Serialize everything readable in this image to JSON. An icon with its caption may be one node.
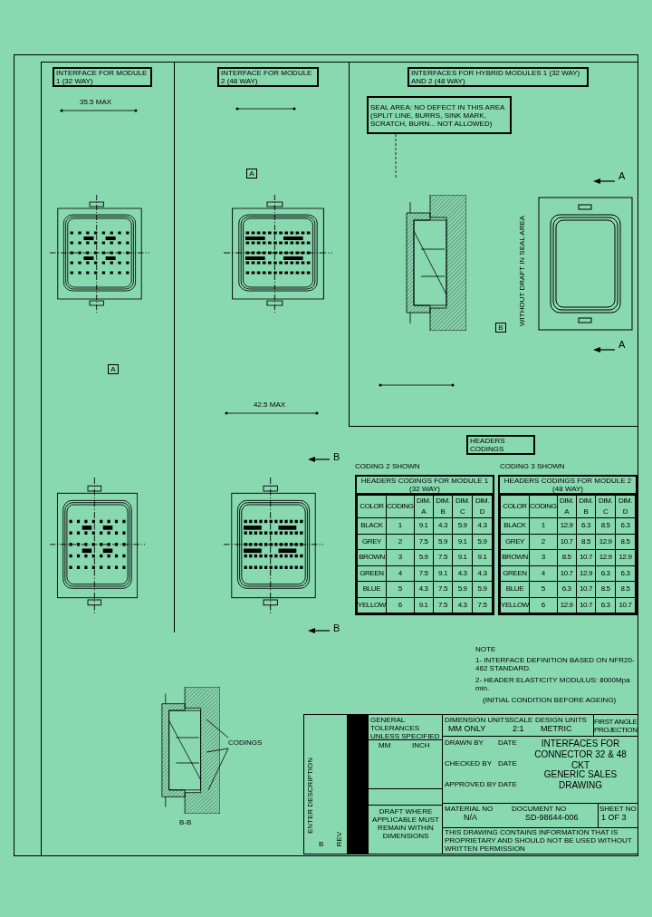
{
  "diagram": {
    "nodes": [
      {
        "text": [
          "INTERFACE FOR MODULE 1 (32 WAY)"
        ]
      },
      {
        "text": [
          "INTERFACE FOR MODULE 2 (48 WAY)"
        ]
      },
      {
        "text": [
          "INTERFACES FOR HYBRID MODULES 1 (32 WAY) AND 2 (48 WAY)"
        ]
      },
      {
        "text": [
          "SEAL AREA: NO DEFECT IN THIS AREA (SPLIT LINE, BURRS, SINK MARK, SCRATCH, BURN... NOT ALLOWED)"
        ]
      },
      {
        "text": [
          "HEADERS CODINGS"
        ]
      },
      {
        "text": [
          "CODINGS"
        ]
      },
      {
        "text": [],
        "shape": "bar"
      }
    ],
    "edges": [
      {
        "from": 3,
        "to": null,
        "arrow": "none",
        "style": "dashed"
      },
      {
        "from": 5,
        "to": null,
        "arrow": "none"
      },
      {
        "from": 5,
        "to": null,
        "arrow": "none"
      },
      {
        "from": 5,
        "to": null,
        "arrow": "none"
      }
    ],
    "labels": [
      "35.5 MAX",
      "42.5 MAX",
      "A",
      "A",
      "A",
      "A",
      "B",
      "WITHOUT DRAFT IN SEAL AREA",
      "B",
      "B",
      "B-B",
      "CODING 2 SHOWN",
      "CODING 3 SHOWN",
      "NOTE",
      "1- INTERFACE DEFINITION BASED ON NFR20-462 STANDARD.",
      "2- HEADER ELASTICITY MODULUS: 8000Mpa min.",
      "(INITIAL CONDITION BEFORE AGEING)",
      "GENERAL TOLERANCES UNLESS SPECIFIED",
      "MM",
      "INCH",
      "DRAFT WHERE APPLICABLE MUST REMAIN WITHIN DIMENSIONS",
      "DIMENSION UNITS",
      "MM ONLY",
      "SCALE",
      "2:1",
      "DESIGN UNITS",
      "METRIC",
      "FIRST ANGLE PROJECTION",
      "DRAWN BY",
      "DATE",
      "CHECKED BY",
      "DATE",
      "APPROVED BY",
      "DATE",
      "INTERFACES FOR CONNECTOR 32 & 48 CKT",
      "GENERIC SALES DRAWING",
      "MATERIAL NO",
      "N/A",
      "DOCUMENT NO",
      "SD-98644-006",
      "SHEET NO",
      "1 OF 3",
      "THIS DRAWING CONTAINS INFORMATION THAT IS PROPRIETARY AND SHOULD NOT BE USED WITHOUT WRITTEN PERMISSION",
      "ENTER DESCRIPTION",
      "B",
      "REV",
      "HEADERS CODINGS FOR MODULE 1 (32 WAY)",
      "COLOR",
      "CODING",
      "DIM. A",
      "DIM. B",
      "DIM. C",
      "DIM. D",
      "BLACK",
      "1",
      "9.1",
      "4.3",
      "5.9",
      "4.3",
      "GREY",
      "2",
      "7.5",
      "5.9",
      "9.1",
      "5.9",
      "BROWN",
      "3",
      "5.9",
      "7.5",
      "9.1",
      "9.1",
      "GREEN",
      "4",
      "7.5",
      "9.1",
      "4.3",
      "4.3",
      "BLUE",
      "5",
      "4.3",
      "7.5",
      "5.9",
      "5.9",
      "YELLOW",
      "6",
      "9.1",
      "7.5",
      "4.3",
      "7.5",
      "HEADERS CODINGS FOR MODULE 2 (48 WAY)",
      "COLOR",
      "CODING",
      "DIM. A",
      "DIM. B",
      "DIM. C",
      "DIM. D",
      "BLACK",
      "1",
      "12.9",
      "6.3",
      "8.5",
      "6.3",
      "GREY",
      "2",
      "10.7",
      "8.5",
      "12.9",
      "8.5",
      "BROWN",
      "3",
      "8.5",
      "10.7",
      "12.9",
      "12.9",
      "GREEN",
      "4",
      "10.7",
      "12.9",
      "6.3",
      "6.3",
      "BLUE",
      "5",
      "6.3",
      "10.7",
      "8.5",
      "8.5",
      "YELLOW",
      "6",
      "12.9",
      "10.7",
      "6.3",
      "10.7"
    ]
  }
}
